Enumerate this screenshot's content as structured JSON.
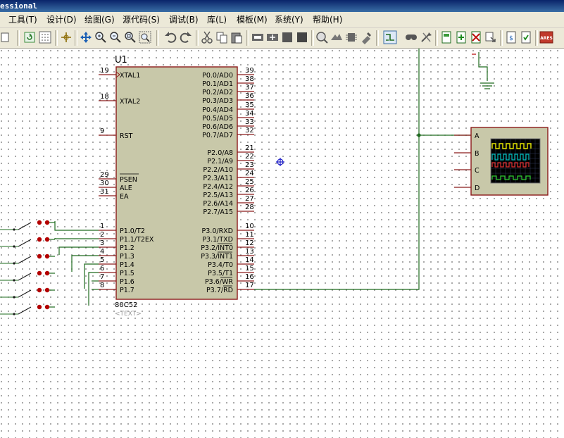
{
  "window": {
    "title": "essional"
  },
  "menu": [
    {
      "label": "工具(T)"
    },
    {
      "label": "设计(D)"
    },
    {
      "label": "绘图(G)"
    },
    {
      "label": "源代码(S)"
    },
    {
      "label": "调试(B)"
    },
    {
      "label": "库(L)"
    },
    {
      "label": "模板(M)"
    },
    {
      "label": "系统(Y)"
    },
    {
      "label": "帮助(H)"
    }
  ],
  "toolbar": {
    "buttons": [
      {
        "icon": "new-sheet-icon"
      },
      {
        "icon": "refresh-icon"
      },
      {
        "icon": "grid-icon"
      },
      {
        "icon": "origin-icon"
      },
      {
        "icon": "pan-icon"
      },
      {
        "icon": "zoom-in-icon"
      },
      {
        "icon": "zoom-out-icon"
      },
      {
        "icon": "zoom-all-icon"
      },
      {
        "icon": "zoom-area-icon"
      },
      {
        "icon": "undo-icon"
      },
      {
        "icon": "redo-icon"
      },
      {
        "icon": "cut-icon"
      },
      {
        "icon": "copy-icon"
      },
      {
        "icon": "paste-icon"
      },
      {
        "icon": "block-copy-icon"
      },
      {
        "icon": "block-move-icon"
      },
      {
        "icon": "block-rotate-icon"
      },
      {
        "icon": "block-delete-icon"
      },
      {
        "icon": "pick-device-icon"
      },
      {
        "icon": "make-device-icon"
      },
      {
        "icon": "packaging-icon"
      },
      {
        "icon": "decompose-icon"
      },
      {
        "icon": "wire-autorouter-icon"
      },
      {
        "icon": "search-icon"
      },
      {
        "icon": "property-assign-icon"
      },
      {
        "icon": "new-sheet-2-icon"
      },
      {
        "icon": "add-sheet-icon"
      },
      {
        "icon": "remove-sheet-icon"
      },
      {
        "icon": "goto-child-icon"
      },
      {
        "icon": "bill-of-materials-icon"
      },
      {
        "icon": "erc-icon"
      },
      {
        "icon": "ares-icon"
      }
    ],
    "ares_label": "ARES"
  },
  "schematic": {
    "chip": {
      "ref": "U1",
      "part": "80C52",
      "text": "<TEXT>",
      "left_pins": [
        {
          "num": "19",
          "label": "XTAL1"
        },
        {
          "num": "18",
          "label": "XTAL2"
        },
        {
          "num": "9",
          "label": "RST"
        },
        {
          "num": "29",
          "label": "PSEN"
        },
        {
          "num": "30",
          "label": "ALE"
        },
        {
          "num": "31",
          "label": "EA"
        },
        {
          "num": "1",
          "label": "P1.0/T2"
        },
        {
          "num": "2",
          "label": "P1.1/T2EX"
        },
        {
          "num": "3",
          "label": "P1.2"
        },
        {
          "num": "4",
          "label": "P1.3"
        },
        {
          "num": "5",
          "label": "P1.4"
        },
        {
          "num": "6",
          "label": "P1.5"
        },
        {
          "num": "7",
          "label": "P1.6"
        },
        {
          "num": "8",
          "label": "P1.7"
        }
      ],
      "right_pins": [
        {
          "num": "39",
          "label": "P0.0/AD0"
        },
        {
          "num": "38",
          "label": "P0.1/AD1"
        },
        {
          "num": "37",
          "label": "P0.2/AD2"
        },
        {
          "num": "36",
          "label": "P0.3/AD3"
        },
        {
          "num": "35",
          "label": "P0.4/AD4"
        },
        {
          "num": "34",
          "label": "P0.5/AD5"
        },
        {
          "num": "33",
          "label": "P0.6/AD6"
        },
        {
          "num": "32",
          "label": "P0.7/AD7"
        },
        {
          "num": "21",
          "label": "P2.0/A8"
        },
        {
          "num": "22",
          "label": "P2.1/A9"
        },
        {
          "num": "23",
          "label": "P2.2/A10"
        },
        {
          "num": "24",
          "label": "P2.3/A11"
        },
        {
          "num": "25",
          "label": "P2.4/A12"
        },
        {
          "num": "26",
          "label": "P2.5/A13"
        },
        {
          "num": "27",
          "label": "P2.6/A14"
        },
        {
          "num": "28",
          "label": "P2.7/A15"
        },
        {
          "num": "10",
          "label": "P3.0/RXD"
        },
        {
          "num": "11",
          "label": "P3.1/TXD"
        },
        {
          "num": "12",
          "label": "P3.2/INT0"
        },
        {
          "num": "13",
          "label": "P3.3/INT1"
        },
        {
          "num": "14",
          "label": "P3.4/T0"
        },
        {
          "num": "15",
          "label": "P3.5/T1"
        },
        {
          "num": "16",
          "label": "P3.6/WR"
        },
        {
          "num": "17",
          "label": "P3.7/RD"
        }
      ]
    },
    "oscilloscope": {
      "channels": [
        "A",
        "B",
        "C",
        "D"
      ]
    },
    "switch_count": 6,
    "colors": {
      "wire": "#1e6b1e",
      "pin": "#8b1a1a",
      "chip_fill": "#c8c8a9",
      "chip_border": "#8b1a1a",
      "switch_contact": "#b30000",
      "cursor": "#1e1ec8"
    }
  }
}
